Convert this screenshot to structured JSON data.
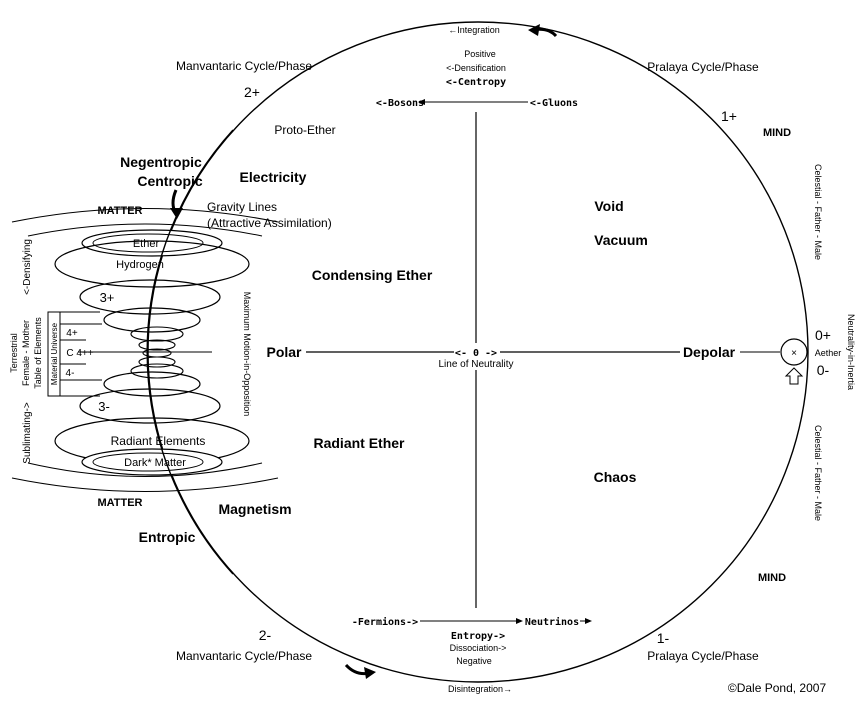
{
  "colors": {
    "ink": "#000000",
    "background": "#ffffff"
  },
  "top": {
    "integration": "←Integration",
    "positive": "Positive",
    "densification": "<-Densification",
    "centropy": "<-Centropy",
    "bosons": "<-Bosons",
    "gluons": "<-Gluons",
    "manvantaric": "Manvantaric Cycle/Phase",
    "pralaya": "Pralaya Cycle/Phase",
    "two_plus": "2+",
    "one_plus": "1+",
    "mind": "MIND"
  },
  "left": {
    "proto_ether": "Proto-Ether",
    "negentropic": "Negentropic",
    "centropic": "Centropic",
    "electricity": "Electricity",
    "matter_top": "MATTER",
    "gravity_lines": "Gravity Lines",
    "attractive": "(Attractive Assimilation)",
    "densifying": "<-Densifying",
    "terrestrial": "Terrestrial",
    "female_mother": "Female - Mother",
    "table_elements": "Table of Elements",
    "material_universe": "Material Universe",
    "sublimating": "Sublimating->",
    "max_motion": "Maximum Motion-in-Opposition",
    "ether": "Ether",
    "hydrogen": "Hydrogen",
    "three_plus": "3+",
    "four_plus": "4+",
    "c_four": "C 4++",
    "four_minus": "4-",
    "three_minus": "3-",
    "radiant_elements": "Radiant Elements",
    "dark_matter": "Dark* Matter",
    "matter_bottom": "MATTER",
    "magnetism": "Magnetism",
    "entropic": "Entropic"
  },
  "center": {
    "condensing_ether": "Condensing Ether",
    "radiant_ether": "Radiant Ether",
    "polar": "Polar",
    "zero_arrow": "<- 0 ->",
    "line_neutrality": "Line of Neutrality",
    "depolar": "Depolar",
    "void": "Void",
    "vacuum": "Vacuum",
    "chaos": "Chaos"
  },
  "right": {
    "zero_plus": "0+",
    "aether": "Aether",
    "zero_minus": "0-",
    "neutrality_inertia": "Neutrality-in-Inertia",
    "celestial_top": "Celestial - Father - Male",
    "celestial_bottom": "Celestial - Father - Male",
    "mind_bottom": "MIND"
  },
  "bottom": {
    "fermions": "-Fermions->",
    "neutrinos": "Neutrinos",
    "entropy": "Entropy->",
    "dissociation": "Dissociation->",
    "negative": "Negative",
    "disintegration": "Disintegration→",
    "two_minus": "2-",
    "one_minus": "1-",
    "manvantaric": "Manvantaric Cycle/Phase",
    "pralaya": "Pralaya Cycle/Phase",
    "copyright": "©Dale Pond, 2007"
  }
}
